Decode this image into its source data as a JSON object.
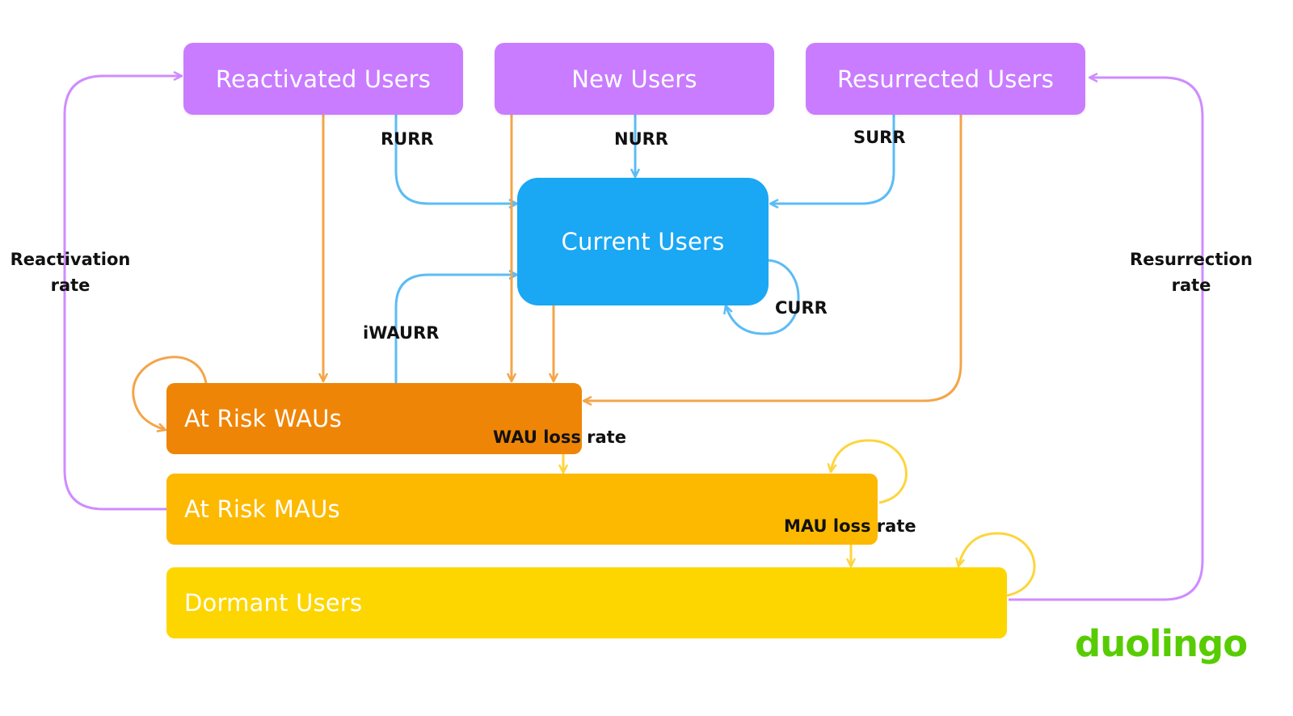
{
  "nodes": {
    "reactivated_users": "Reactivated Users",
    "new_users": "New Users",
    "resurrected_users": "Resurrected Users",
    "current_users": "Current Users",
    "at_risk_waus": "At Risk WAUs",
    "at_risk_maus": "At Risk MAUs",
    "dormant_users": "Dormant Users"
  },
  "edge_labels": {
    "rurr": "RURR",
    "nurr": "NURR",
    "surr": "SURR",
    "curr": "CURR",
    "iwaurr": "iWAURR",
    "wau_loss_rate": "WAU loss rate",
    "mau_loss_rate": "MAU loss rate",
    "reactivation_rate_line1": "Reactivation",
    "reactivation_rate_line2": "rate",
    "resurrection_rate_line1": "Resurrection",
    "resurrection_rate_line2": "rate"
  },
  "brand": {
    "logo_text": "duolingo",
    "color": "#58cc02"
  },
  "colors": {
    "purple": "#c97cff",
    "blue": "#1aa7f3",
    "orange": "#ef8506",
    "amber": "#fdb900",
    "yellow": "#fdd600",
    "edge_blue": "#5bbcf5",
    "edge_orange": "#f3a54a",
    "edge_yellow": "#fdd53d",
    "edge_purple": "#cf8cff"
  }
}
